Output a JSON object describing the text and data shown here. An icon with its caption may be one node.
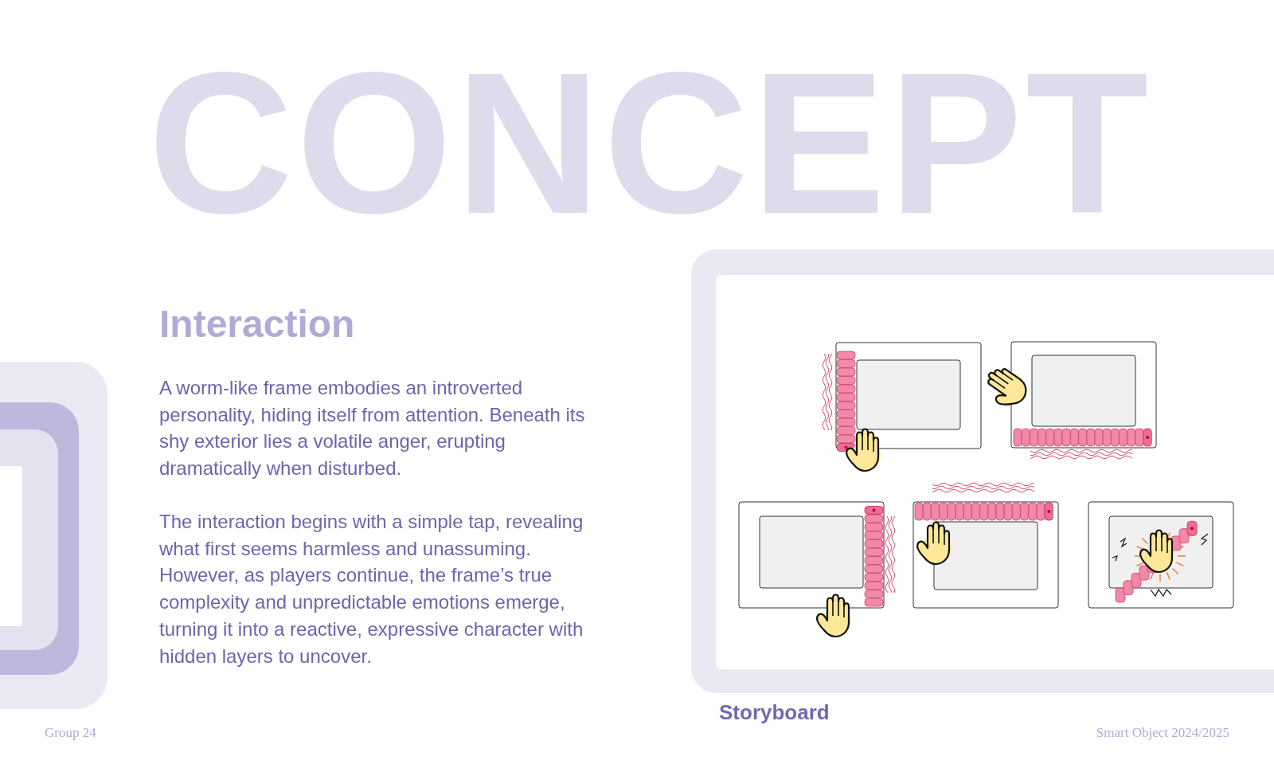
{
  "diagram": {
    "title": "CONCEPT",
    "labels": [
      "Interaction",
      "A worm-like frame embodies an introverted personality, hiding itself from attention. Beneath its shy exterior lies a volatile anger, erupting dramatically when disturbed.",
      "The interaction begins with a simple tap, revealing what first seems harmless and unassuming. However, as players continue, the frame’s true complexity and unpredictable emotions emerge, turning it into a reactive, expressive character with hidden layers to uncover.",
      "Storyboard",
      "Group 24",
      "Smart Object 2024/2025"
    ]
  }
}
